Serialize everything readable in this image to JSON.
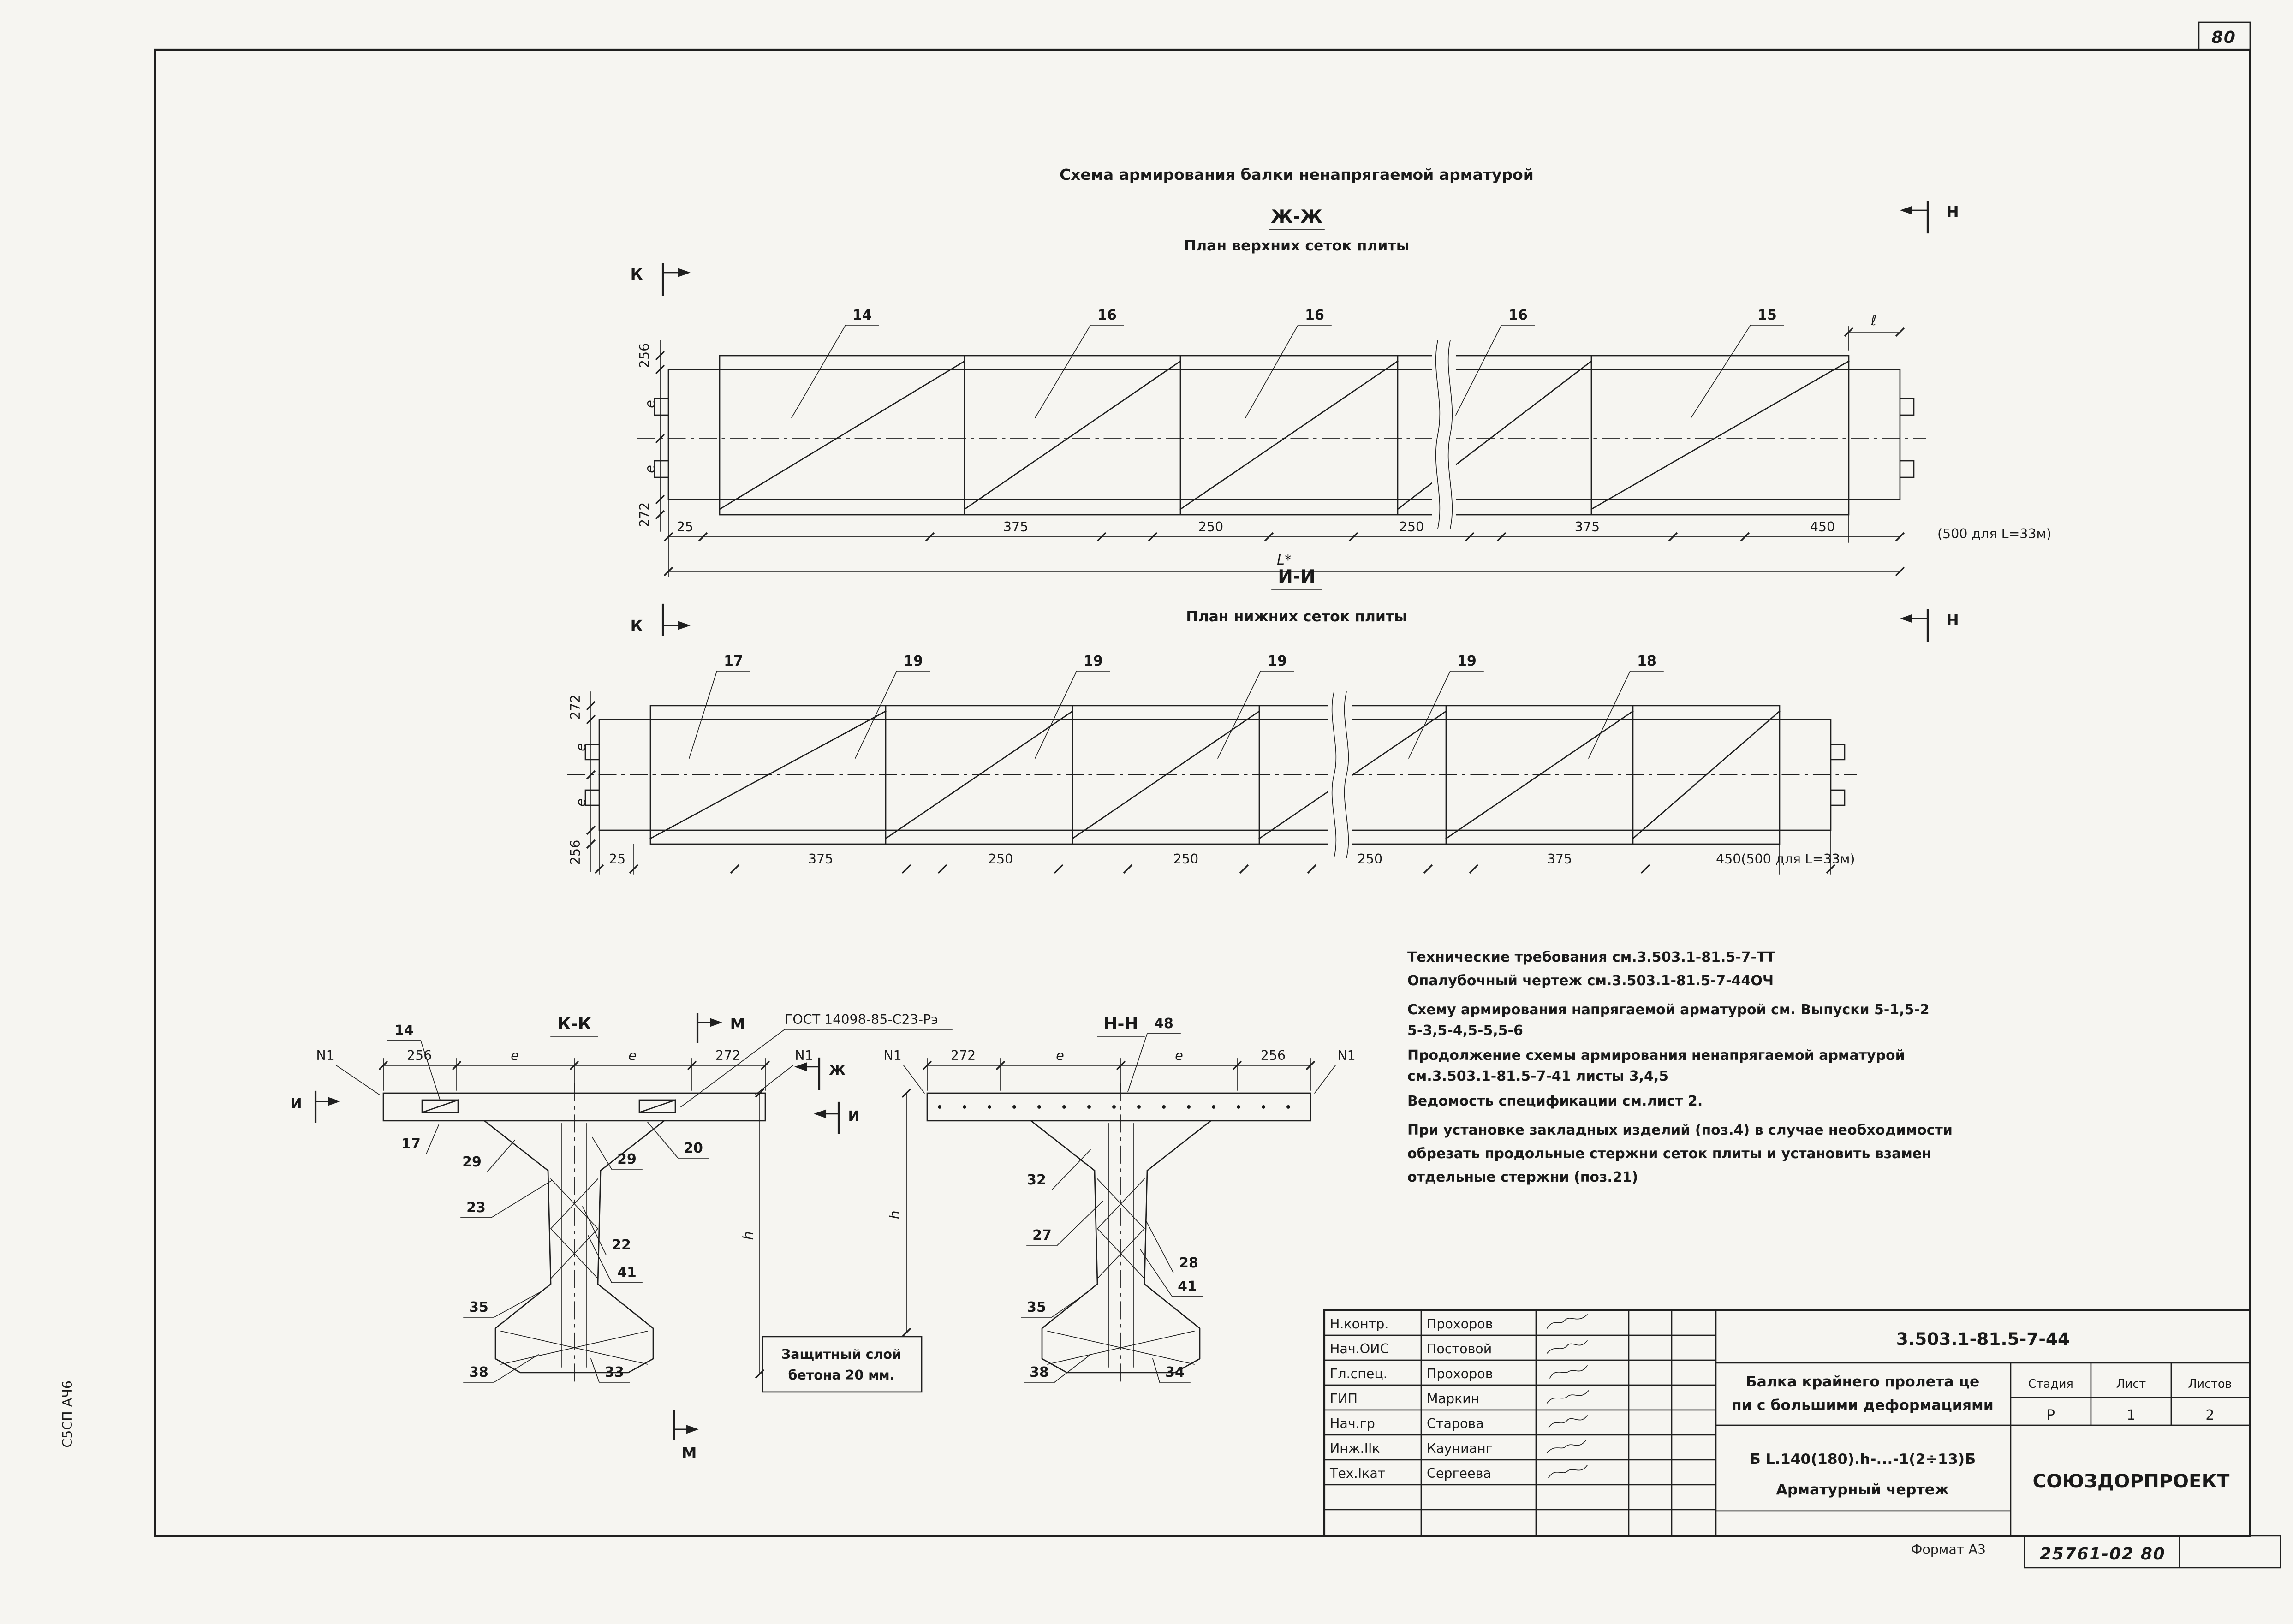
{
  "page": {
    "sheet_number": "80",
    "margin_code": "С5СП АЧ6",
    "format_label": "Формат А3",
    "inventory_code": "25761-02 80"
  },
  "header": {
    "title": "Схема армирования балки ненапрягаемой арматурой"
  },
  "plan_top": {
    "section_mark": "Ж-Ж",
    "subtitle": "План верхних сеток плиты",
    "cut_left": "К",
    "cut_right": "Н",
    "pos_labels": [
      "14",
      "16",
      "16",
      "16",
      "15"
    ],
    "end_dim": "ℓ",
    "left_dims": [
      "256",
      "e",
      "e",
      "272"
    ],
    "bottom_dims": [
      "25",
      "375",
      "250",
      "250",
      "375",
      "450"
    ],
    "bottom_note": "(500 для L=33м)",
    "length_label": "L*"
  },
  "plan_bottom": {
    "section_mark": "И-И",
    "subtitle": "План нижних сеток плиты",
    "pos_labels": [
      "17",
      "19",
      "19",
      "19",
      "19",
      "18"
    ],
    "left_dims": [
      "272",
      "e",
      "e",
      "256"
    ],
    "bottom_dims": [
      "25",
      "375",
      "250",
      "250",
      "250",
      "375"
    ],
    "bottom_note": "450(500 для L=33м)"
  },
  "section_kk": {
    "title": "К-К",
    "gost_note": "ГОСТ 14098-85-С23-Рэ",
    "top_dims": [
      "256",
      "e",
      "e",
      "272"
    ],
    "mesh_left": "N1",
    "mesh_right": "N1",
    "mark_m": "М",
    "mark_i_left": "И",
    "mark_zh_right": "Ж",
    "mark_i_right": "И",
    "pos": {
      "p14": "14",
      "p17": "17",
      "p29a": "29",
      "p29b": "29",
      "p20": "20",
      "p23": "23",
      "p22": "22",
      "p41": "41",
      "p35": "35",
      "p38": "38",
      "p33": "33"
    },
    "height_label": "h"
  },
  "section_nn": {
    "title": "Н-Н",
    "top_label": "48",
    "top_dims": [
      "272",
      "e",
      "e",
      "256"
    ],
    "mesh_left": "N1",
    "mesh_right": "N1",
    "pos": {
      "p32": "32",
      "p27": "27",
      "p28": "28",
      "p41": "41",
      "p35": "35",
      "p38": "38",
      "p34": "34"
    },
    "height_label": "h"
  },
  "cover_note": {
    "line1": "Защитный слой",
    "line2": "бетона 20 мм."
  },
  "notes": {
    "lines": [
      "Технические требования см.3.503.1-81.5-7-ТТ",
      "Опалубочный чертеж см.3.503.1-81.5-7-44ОЧ",
      "Схему армирования напрягаемой арматурой см. Выпуски 5-1,5-2",
      "5-3,5-4,5-5,5-6",
      "Продолжение схемы армирования ненапрягаемой арматурой",
      "см.3.503.1-81.5-7-41 листы 3,4,5",
      "Ведомость спецификации см.лист 2.",
      "При установке закладных изделий (поз.4) в случае необходимости",
      "обрезать продольные стержни сеток плиты и установить взамен",
      "отдельные стержни (поз.21)"
    ]
  },
  "stamp": {
    "doc_number": "3.503.1-81.5-7-44",
    "title_line1": "Балка крайнего пролета це",
    "title_line2": "пи с большими деформациями",
    "title_line3": "Б L.140(180).h-...-1(2÷13)Б",
    "title_line4": "Арматурный чертеж",
    "org": "СОЮЗДОРПРОЕКТ",
    "col_stage": "Стадия",
    "col_sheet": "Лист",
    "col_sheets": "Листов",
    "val_stage": "Р",
    "val_sheet": "1",
    "val_sheets": "2",
    "signers": [
      {
        "role": "Н.контр.",
        "name": "Прохоров"
      },
      {
        "role": "Нач.ОИС",
        "name": "Постовой"
      },
      {
        "role": "Гл.спец.",
        "name": "Прохоров"
      },
      {
        "role": "ГИП",
        "name": "Маркин"
      },
      {
        "role": "Нач.гр",
        "name": "Старова"
      },
      {
        "role": "Инж.IIк",
        "name": "Каунианг"
      },
      {
        "role": "Тех.Iкат",
        "name": "Сергеева"
      }
    ]
  }
}
